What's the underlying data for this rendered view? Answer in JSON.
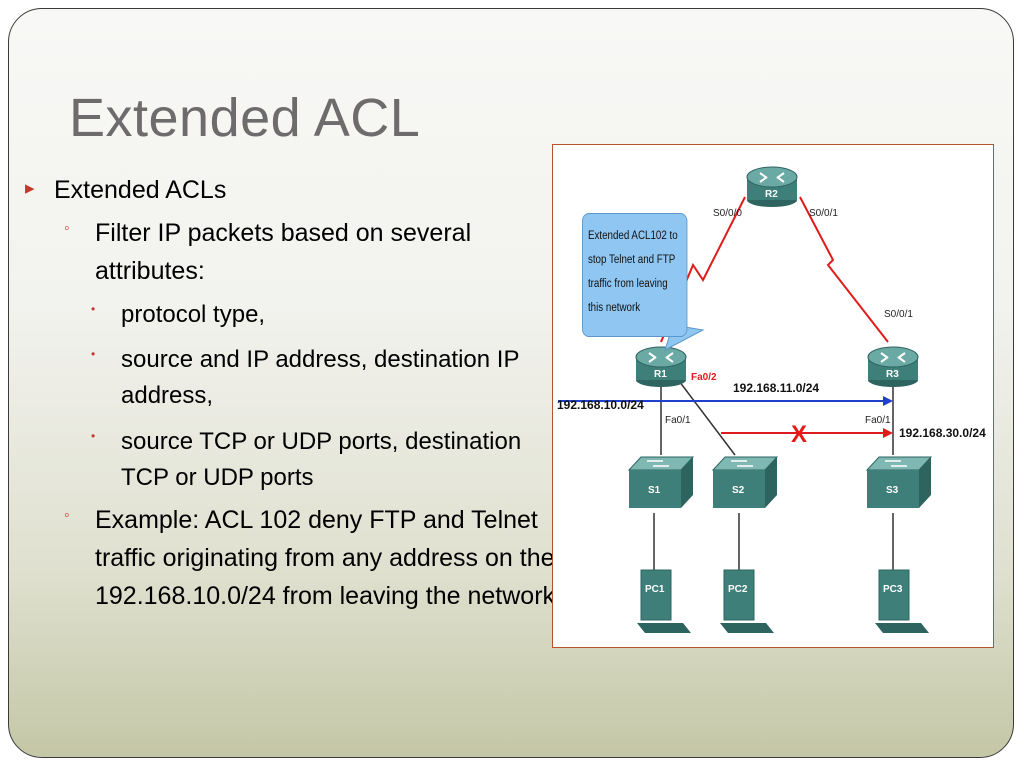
{
  "slide": {
    "title": "Extended ACL",
    "bullets": {
      "level1": {
        "marker": "▸",
        "text": "Extended ACLs"
      },
      "filter": {
        "marker": "◦",
        "text": "Filter IP packets based on several attributes:"
      },
      "protocol": {
        "marker": "•",
        "text": "protocol type,"
      },
      "address": {
        "marker": "•",
        "text": "source and IP address, destination IP address,"
      },
      "ports": {
        "marker": "•",
        "text": "source TCP or UDP ports, destination TCP or UDP ports"
      },
      "example": {
        "marker": "◦",
        "text": "Example: ACL 102 deny FTP and Telnet traffic originating from any address on the 192.168.10.0/24  from leaving the network"
      }
    },
    "colors": {
      "accent": "#c0392b",
      "title": "#6d6b6b",
      "link_red": "#e01b1b",
      "link_blue": "#1f3fcf",
      "device": "#3e7f7a"
    }
  },
  "diagram": {
    "callout": "Extended ACL102  to stop Telnet and FTP traffic from leaving this network",
    "routers": {
      "r1": "R1",
      "r2": "R2",
      "r3": "R3"
    },
    "switches": {
      "s1": "S1",
      "s2": "S2",
      "s3": "S3"
    },
    "pcs": {
      "pc1": "PC1",
      "pc2": "PC2",
      "pc3": "PC3"
    },
    "interfaces": {
      "r2_s000": "S0/0/0",
      "r2_s001": "S0/0/1",
      "r3_s001": "S0/0/1",
      "r1_fa02": "Fa0/2",
      "r1_fa01": "Fa0/1",
      "r3_fa01": "Fa0/1"
    },
    "networks": {
      "lan1": "192.168.10.0/24",
      "lan2": "192.168.11.0/24",
      "lan3": "192.168.30.0/24"
    },
    "blocked_mark": "X"
  }
}
